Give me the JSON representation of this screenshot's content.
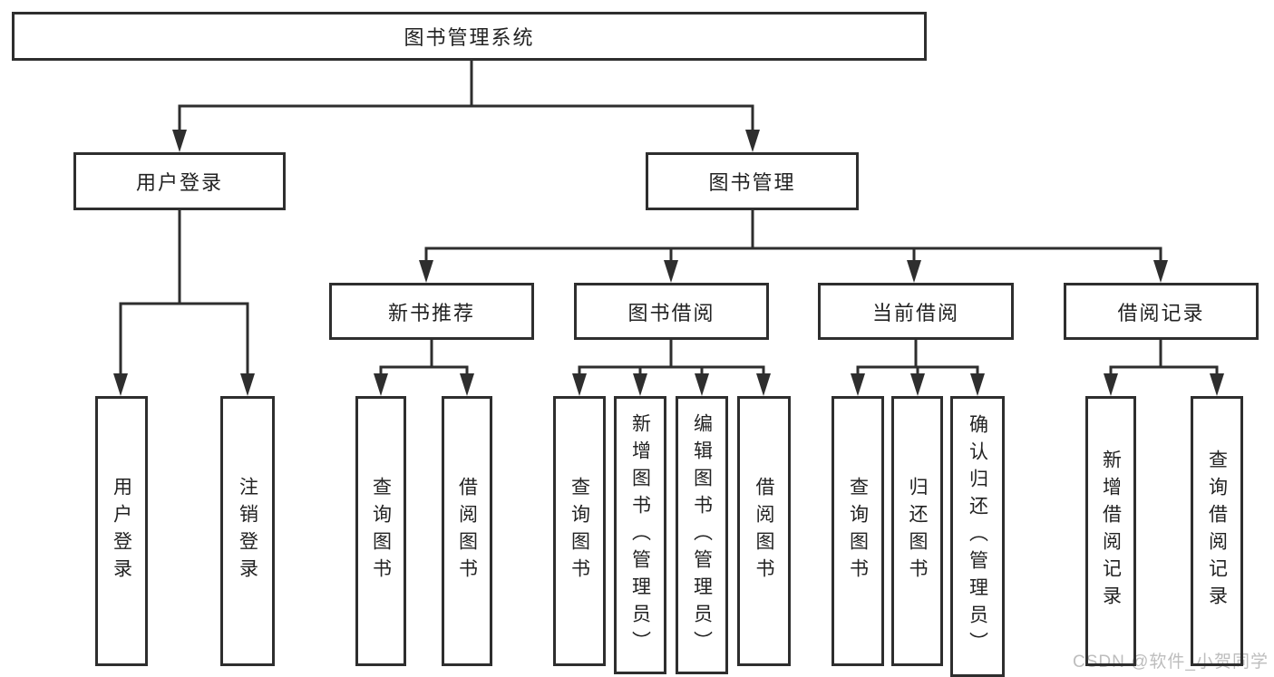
{
  "tree": {
    "root": "图书管理系统",
    "userLogin": {
      "label": "用户登录",
      "children": [
        "用户登录",
        "注销登录"
      ]
    },
    "bookMgmt": {
      "label": "图书管理",
      "sections": {
        "newBook": {
          "label": "新书推荐",
          "children": [
            "查询图书",
            "借阅图书"
          ]
        },
        "bookBorrow": {
          "label": "图书借阅",
          "children": [
            "查询图书",
            "新增图书（管理员）",
            "编辑图书（管理员）",
            "借阅图书"
          ]
        },
        "currentBorrow": {
          "label": "当前借阅",
          "children": [
            "查询图书",
            "归还图书",
            "确认归还（管理员）"
          ]
        },
        "records": {
          "label": "借阅记录",
          "children": [
            "新增借阅记录",
            "查询借阅记录"
          ]
        }
      }
    }
  },
  "watermark": "CSDN @软件_小贺同学",
  "colors": {
    "line": "#2e2e2e",
    "border": "#2e2e2e",
    "text": "#222222",
    "background": "#ffffff",
    "watermark": "#bdbdbd"
  }
}
